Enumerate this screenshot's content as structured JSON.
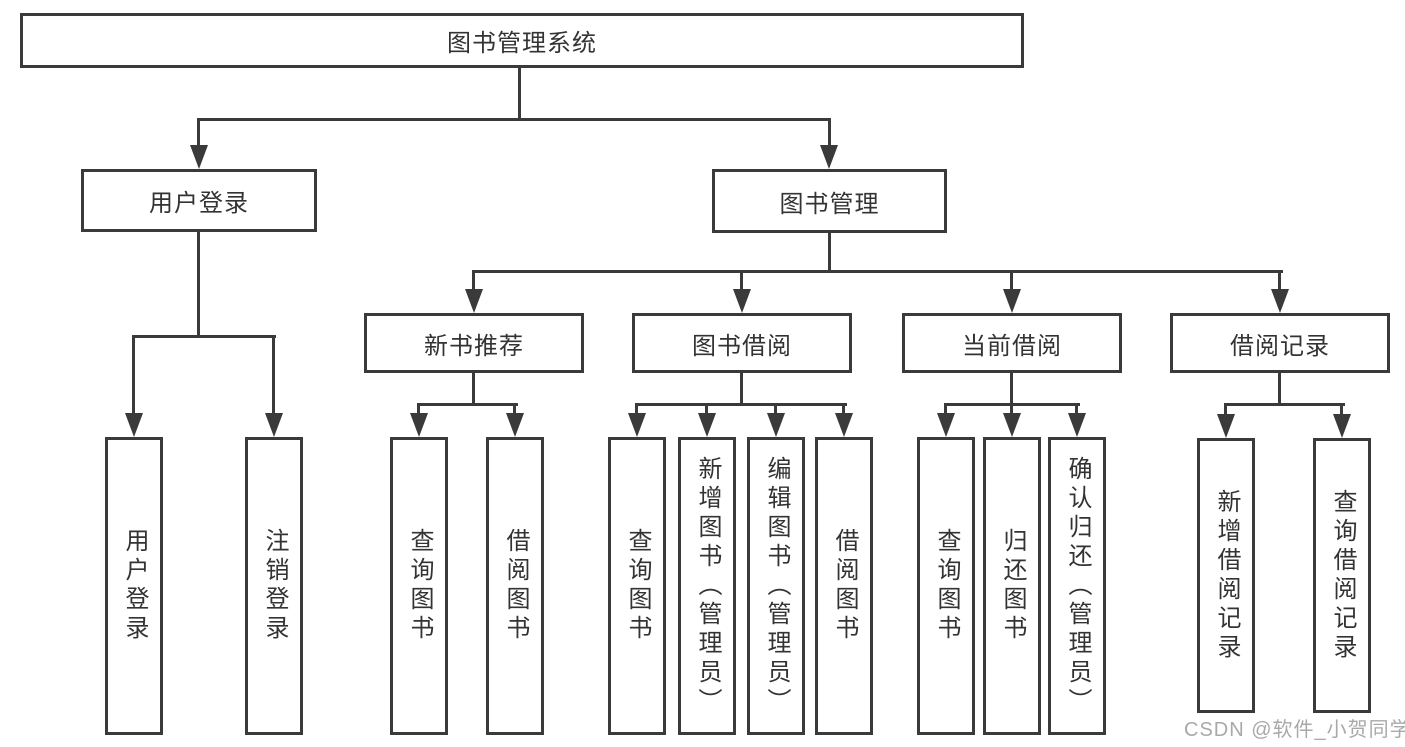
{
  "colors": {
    "line": "#3a3a3a",
    "text": "#333333",
    "background": "#ffffff",
    "watermark": "#a9a9a9"
  },
  "watermark": {
    "text": "CSDN @软件_小贺同学"
  },
  "tree": {
    "root": {
      "label": "图书管理系统"
    },
    "branches": [
      {
        "label": "用户登录",
        "children": [
          {
            "label": "用户登录"
          },
          {
            "label": "注销登录"
          }
        ]
      },
      {
        "label": "图书管理",
        "sections": [
          {
            "label": "新书推荐",
            "children": [
              {
                "label": "查询图书"
              },
              {
                "label": "借阅图书"
              }
            ]
          },
          {
            "label": "图书借阅",
            "children": [
              {
                "label": "查询图书"
              },
              {
                "label": "新增图书（管理员）"
              },
              {
                "label": "编辑图书（管理员）"
              },
              {
                "label": "借阅图书"
              }
            ]
          },
          {
            "label": "当前借阅",
            "children": [
              {
                "label": "查询图书"
              },
              {
                "label": "归还图书"
              },
              {
                "label": "确认归还（管理员）"
              }
            ]
          },
          {
            "label": "借阅记录",
            "children": [
              {
                "label": "新增借阅记录"
              },
              {
                "label": "查询借阅记录"
              }
            ]
          }
        ]
      }
    ]
  }
}
